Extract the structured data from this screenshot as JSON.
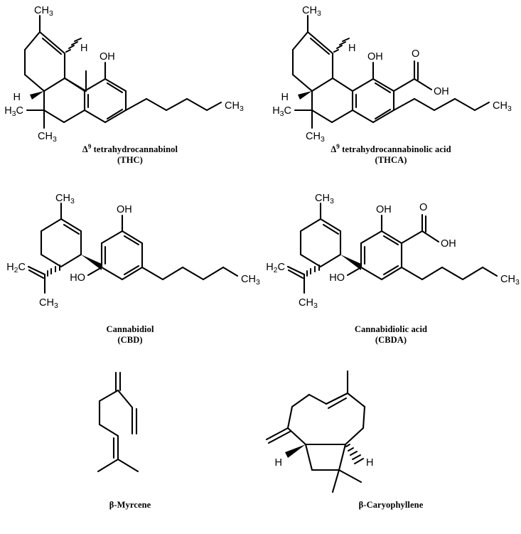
{
  "figure": {
    "kind": "chemical-structure-panel",
    "background": "#ffffff",
    "stroke_color": "#000000",
    "rows": 3,
    "columns": 2
  },
  "compounds": [
    {
      "id": "thc",
      "name_line1": "tetrahydrocannabinol",
      "name_prefix_symbol": "Δ",
      "name_prefix_superscript": "9",
      "name_line2": "(THC)",
      "has_delta_prefix": true,
      "atom_labels": [
        "CH3",
        "CH3",
        "CH3",
        "H3C",
        "OH",
        "H",
        "H"
      ],
      "features": [
        "cyclohexene-ring",
        "pyran-ring",
        "aromatic-ring",
        "pentyl-chain",
        "gem-dimethyl",
        "hydroxyl",
        "bold-wedge-H",
        "hashed-wedge-H"
      ]
    },
    {
      "id": "thca",
      "name_line1": "tetrahydrocannabinolic acid",
      "name_prefix_symbol": "Δ",
      "name_prefix_superscript": "9",
      "name_line2": "(THCA)",
      "has_delta_prefix": true,
      "atom_labels": [
        "CH3",
        "CH3",
        "CH3",
        "H3C",
        "OH",
        "O",
        "OH",
        "H",
        "H"
      ],
      "features": [
        "cyclohexene-ring",
        "pyran-ring",
        "aromatic-ring",
        "pentyl-chain",
        "gem-dimethyl",
        "hydroxyl",
        "carboxylic-acid",
        "bold-wedge-H",
        "hashed-wedge-H"
      ]
    },
    {
      "id": "cbd",
      "name_line1": "Cannabidiol",
      "name_line2": "(CBD)",
      "has_delta_prefix": false,
      "atom_labels": [
        "CH3",
        "H2C",
        "CH3",
        "OH",
        "HO",
        "CH3"
      ],
      "features": [
        "cyclohexene-ring",
        "isopropenyl",
        "resorcinol-ring",
        "pentyl-chain",
        "bold-wedge",
        "hashed-wedge"
      ]
    },
    {
      "id": "cbda",
      "name_line1": "Cannabidiolic acid",
      "name_line2": "(CBDA)",
      "has_delta_prefix": false,
      "atom_labels": [
        "CH3",
        "H2C",
        "CH3",
        "OH",
        "HO",
        "O",
        "OH",
        "CH3"
      ],
      "features": [
        "cyclohexene-ring",
        "isopropenyl",
        "resorcinol-ring",
        "pentyl-chain",
        "carboxylic-acid",
        "bold-wedge",
        "hashed-wedge"
      ]
    },
    {
      "id": "myrcene",
      "name_line1": "β-Myrcene",
      "name_line2": "",
      "has_delta_prefix": false,
      "atom_labels": [],
      "features": [
        "terminal-alkene",
        "vinyl-group",
        "trisubstituted-alkene",
        "acyclic-monoterpene"
      ]
    },
    {
      "id": "caryophyllene",
      "name_line1": "β-Caryophyllene",
      "name_line2": "",
      "has_delta_prefix": false,
      "atom_labels": [
        "H",
        "H"
      ],
      "features": [
        "nine-membered-ring",
        "cyclobutane-ring",
        "exocyclic-methylene",
        "gem-dimethyl",
        "trans-alkene",
        "bold-wedge-H",
        "hashed-wedge-H"
      ]
    }
  ],
  "labels": {
    "ch3": "CH",
    "ch3_sub": "3",
    "h3c": "H",
    "h3c_sub": "3",
    "h3c_tail": "C",
    "h2c": "H",
    "h2c_sub": "2",
    "h2c_tail": "C",
    "oh": "OH",
    "ho": "HO",
    "o": "O",
    "h": "H"
  }
}
